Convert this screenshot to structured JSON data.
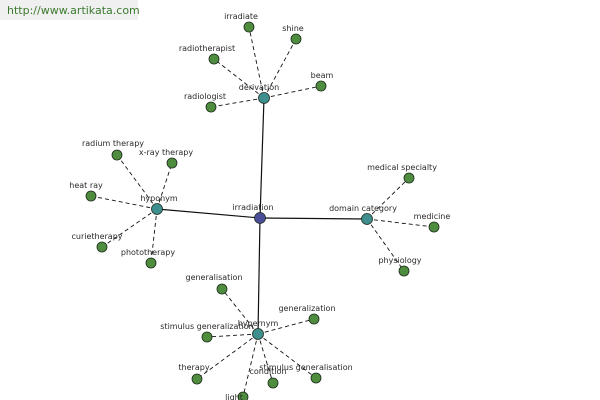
{
  "source_url": "http://www.artikata.com",
  "colors": {
    "center_node": "#4b4f9a",
    "relation_node": "#3f8f8f",
    "leaf_node": "#4e8c3e",
    "edge": "#111111"
  },
  "nodes": [
    {
      "id": "irradiation",
      "label": "irradiation",
      "kind": "center"
    },
    {
      "id": "derivation",
      "label": "derivation",
      "kind": "relation"
    },
    {
      "id": "hyponym",
      "label": "hyponym",
      "kind": "relation"
    },
    {
      "id": "domain-category",
      "label": "domain category",
      "kind": "relation"
    },
    {
      "id": "hypernym",
      "label": "hypernym",
      "kind": "relation"
    },
    {
      "id": "irradiate",
      "label": "irradiate",
      "kind": "leaf"
    },
    {
      "id": "shine",
      "label": "shine",
      "kind": "leaf"
    },
    {
      "id": "radiotherapist",
      "label": "radiotherapist",
      "kind": "leaf"
    },
    {
      "id": "beam",
      "label": "beam",
      "kind": "leaf"
    },
    {
      "id": "radiologist",
      "label": "radiologist",
      "kind": "leaf"
    },
    {
      "id": "radium-therapy",
      "label": "radium therapy",
      "kind": "leaf"
    },
    {
      "id": "x-ray-therapy",
      "label": "x-ray therapy",
      "kind": "leaf"
    },
    {
      "id": "heat-ray",
      "label": "heat ray",
      "kind": "leaf"
    },
    {
      "id": "curietherapy",
      "label": "curietherapy",
      "kind": "leaf"
    },
    {
      "id": "phototherapy",
      "label": "phototherapy",
      "kind": "leaf"
    },
    {
      "id": "medical-specialty",
      "label": "medical specialty",
      "kind": "leaf"
    },
    {
      "id": "medicine",
      "label": "medicine",
      "kind": "leaf"
    },
    {
      "id": "physiology",
      "label": "physiology",
      "kind": "leaf"
    },
    {
      "id": "generalisation",
      "label": "generalisation",
      "kind": "leaf"
    },
    {
      "id": "generalization",
      "label": "generalization",
      "kind": "leaf"
    },
    {
      "id": "stimulus-generalization",
      "label": "stimulus generalization",
      "kind": "leaf"
    },
    {
      "id": "therapy",
      "label": "therapy",
      "kind": "leaf"
    },
    {
      "id": "stimulus-generalisation",
      "label": "stimulus generalisation",
      "kind": "leaf"
    },
    {
      "id": "condition",
      "label": "condition",
      "kind": "leaf"
    },
    {
      "id": "light",
      "label": "light",
      "kind": "leaf"
    }
  ],
  "edges": [
    {
      "from": "irradiation",
      "to": "derivation",
      "style": "solid"
    },
    {
      "from": "irradiation",
      "to": "hyponym",
      "style": "solid"
    },
    {
      "from": "irradiation",
      "to": "domain-category",
      "style": "solid"
    },
    {
      "from": "irradiation",
      "to": "hypernym",
      "style": "solid"
    },
    {
      "from": "derivation",
      "to": "irradiate",
      "style": "dashed"
    },
    {
      "from": "derivation",
      "to": "shine",
      "style": "dashed"
    },
    {
      "from": "derivation",
      "to": "radiotherapist",
      "style": "dashed"
    },
    {
      "from": "derivation",
      "to": "beam",
      "style": "dashed"
    },
    {
      "from": "derivation",
      "to": "radiologist",
      "style": "dashed"
    },
    {
      "from": "hyponym",
      "to": "radium-therapy",
      "style": "dashed"
    },
    {
      "from": "hyponym",
      "to": "x-ray-therapy",
      "style": "dashed"
    },
    {
      "from": "hyponym",
      "to": "heat-ray",
      "style": "dashed"
    },
    {
      "from": "hyponym",
      "to": "curietherapy",
      "style": "dashed"
    },
    {
      "from": "hyponym",
      "to": "phototherapy",
      "style": "dashed"
    },
    {
      "from": "domain-category",
      "to": "medical-specialty",
      "style": "dashed"
    },
    {
      "from": "domain-category",
      "to": "medicine",
      "style": "dashed"
    },
    {
      "from": "domain-category",
      "to": "physiology",
      "style": "dashed"
    },
    {
      "from": "hypernym",
      "to": "generalisation",
      "style": "dashed"
    },
    {
      "from": "hypernym",
      "to": "generalization",
      "style": "dashed"
    },
    {
      "from": "hypernym",
      "to": "stimulus-generalization",
      "style": "dashed"
    },
    {
      "from": "hypernym",
      "to": "therapy",
      "style": "dashed"
    },
    {
      "from": "hypernym",
      "to": "stimulus-generalisation",
      "style": "dashed"
    },
    {
      "from": "hypernym",
      "to": "condition",
      "style": "dashed"
    },
    {
      "from": "hypernym",
      "to": "light",
      "style": "dashed"
    }
  ]
}
